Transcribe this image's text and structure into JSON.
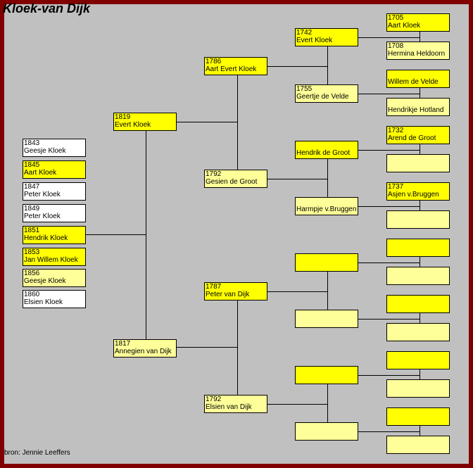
{
  "title": "Kloek-van Dijk",
  "footer": "bron: Jennie Leeffers",
  "colors": {
    "border": "#800000",
    "background": "#c0c0c0",
    "male": "#ffff00",
    "female": "#ffff99",
    "child_plain": "#ffffff"
  },
  "children": [
    {
      "year": "1843",
      "name": "Geesje Kloek",
      "color": "w"
    },
    {
      "year": "1845",
      "name": "Aart Kloek",
      "color": "y"
    },
    {
      "year": "1847",
      "name": "Peter Kloek",
      "color": "w"
    },
    {
      "year": "1849",
      "name": "Peter Kloek",
      "color": "w"
    },
    {
      "year": "1851",
      "name": "Hendrik Kloek",
      "color": "y"
    },
    {
      "year": "1853",
      "name": "Jan Willem Kloek",
      "color": "y"
    },
    {
      "year": "1856",
      "name": "Geesje Kloek",
      "color": "p"
    },
    {
      "year": "1860",
      "name": "Elsien Kloek",
      "color": "w"
    }
  ],
  "parents": [
    {
      "year": "1819",
      "name": "Evert Kloek"
    },
    {
      "year": "1817",
      "name": "Annegien van Dijk"
    }
  ],
  "grandparents": [
    {
      "year": "1786",
      "name": "Aart Evert Kloek"
    },
    {
      "year": "1792",
      "name": "Gesien de Groot"
    },
    {
      "year": "1787",
      "name": "Peter van Dijk"
    },
    {
      "year": "1792",
      "name": "Elsien van Dijk"
    }
  ],
  "great_grandparents": [
    {
      "year": "1742",
      "name": "Evert Kloek"
    },
    {
      "year": "1755",
      "name": "Geertje de Velde"
    },
    {
      "year": "",
      "name": "Hendrik de Groot"
    },
    {
      "year": "",
      "name": "Harmpje v.Bruggen"
    },
    {
      "year": "",
      "name": ""
    },
    {
      "year": "",
      "name": ""
    },
    {
      "year": "",
      "name": ""
    },
    {
      "year": "",
      "name": ""
    }
  ],
  "great_great_grandparents": [
    {
      "year": "1705",
      "name": "Aart Kloek"
    },
    {
      "year": "1708",
      "name": "Hermina Heldoorn"
    },
    {
      "year": "",
      "name": "Willem de Velde"
    },
    {
      "year": "",
      "name": "Hendrikje Hotland"
    },
    {
      "year": "1732",
      "name": "Arend de Groot"
    },
    {
      "year": "",
      "name": ""
    },
    {
      "year": "1737",
      "name": "Asjen v.Bruggen"
    },
    {
      "year": "",
      "name": ""
    },
    {
      "year": "",
      "name": ""
    },
    {
      "year": "",
      "name": ""
    },
    {
      "year": "",
      "name": ""
    },
    {
      "year": "",
      "name": ""
    },
    {
      "year": "",
      "name": ""
    },
    {
      "year": "",
      "name": ""
    },
    {
      "year": "",
      "name": ""
    },
    {
      "year": "",
      "name": ""
    }
  ]
}
